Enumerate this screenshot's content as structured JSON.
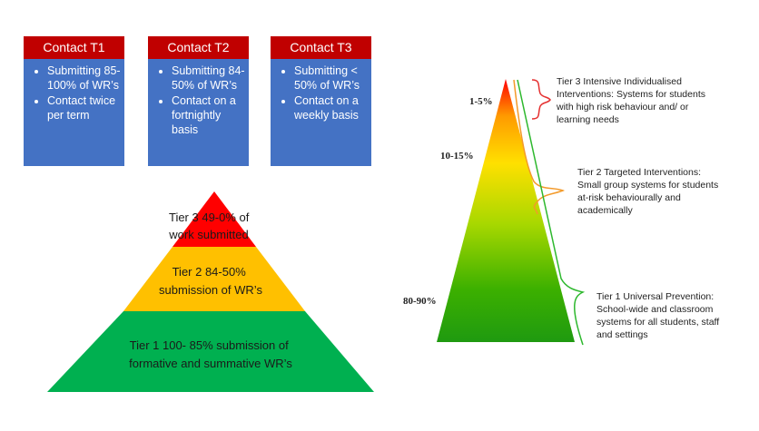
{
  "contact_cards": [
    {
      "title": "Contact T1",
      "items": [
        "Submitting 85-100% of WR’s",
        "Contact twice per term"
      ]
    },
    {
      "title": "Contact T2",
      "items": [
        "Submitting 84-50% of WR’s",
        "Contact on a fortnightly basis"
      ]
    },
    {
      "title": "Contact T3",
      "items": [
        "Submitting < 50% of WR’s",
        "Contact on a weekly basis"
      ]
    }
  ],
  "tier_pyramid": {
    "tier3": [
      "Tier 3 49-0% of",
      "work submitted"
    ],
    "tier2": [
      "Tier 2 84-50%",
      "submission of WR’s"
    ],
    "tier1": [
      "Tier 1 100- 85% submission of",
      "formative and summative WR’s"
    ]
  },
  "rti_pyramid": {
    "percentages": [
      "1-5%",
      "10-15%",
      "80-90%"
    ],
    "tier3_desc": [
      "Tier 3 Intensive Individualised",
      "Interventions: Systems for students",
      "with high risk behaviour and/ or",
      "learning needs"
    ],
    "tier2_desc": [
      "Tier 2 Targeted Interventions:",
      "Small group systems for students",
      "at-risk behaviourally and",
      "academically"
    ],
    "tier1_desc": [
      "Tier 1 Universal Prevention:",
      "School-wide and classroom",
      "systems for all students, staff",
      "and settings"
    ]
  },
  "colors": {
    "card_header": "#c00000",
    "card_body": "#4472c4",
    "tier3": "#ff0000",
    "tier2": "#ffc000",
    "tier1": "#00b050"
  }
}
